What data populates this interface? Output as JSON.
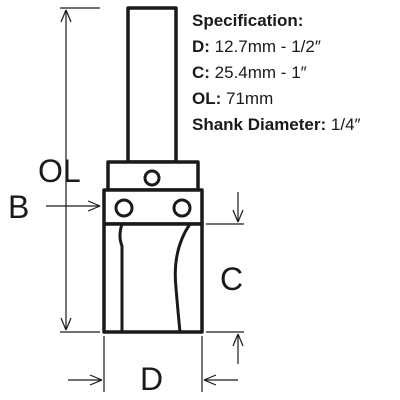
{
  "specs": [
    {
      "label": "Specification:",
      "value": ""
    },
    {
      "label": "D:",
      "value": " 12.7mm - 1/2″"
    },
    {
      "label": "C:",
      "value": " 25.4mm -  1″"
    },
    {
      "label": "OL:",
      "value": " 71mm"
    },
    {
      "label": "Shank Diameter:",
      "value": " 1/4″"
    }
  ],
  "dimensions": {
    "ol": "OL",
    "b": "B",
    "c": "C",
    "d": "D"
  }
}
